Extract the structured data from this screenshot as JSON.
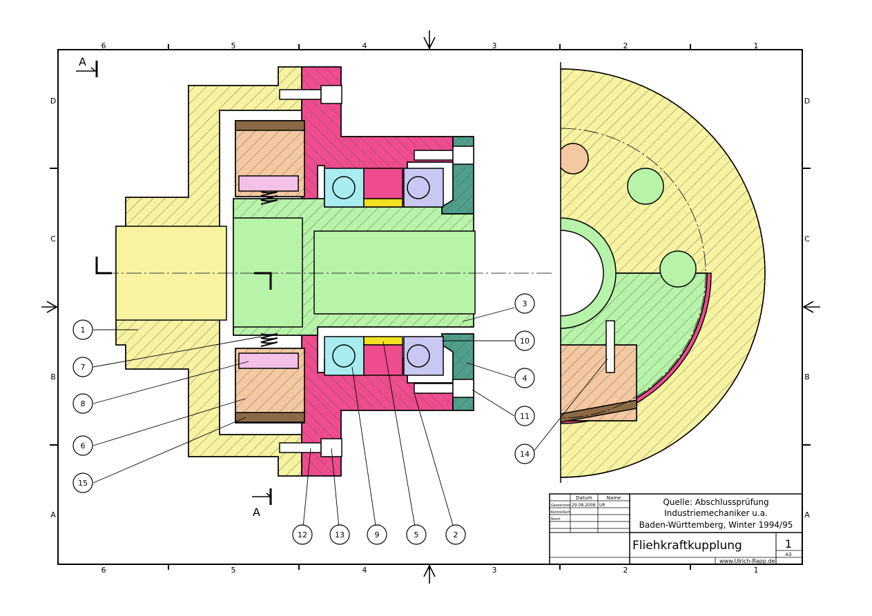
{
  "frame": {
    "top_columns": [
      "6",
      "5",
      "4",
      "3",
      "2",
      "1"
    ],
    "bottom_columns": [
      "6",
      "5",
      "4",
      "3",
      "2",
      "1"
    ],
    "left_rows": [
      "D",
      "C",
      "B",
      "A"
    ],
    "right_rows": [
      "D",
      "C",
      "B",
      "A"
    ]
  },
  "section": {
    "top_label": "A",
    "bottom_label": "A"
  },
  "balloons": [
    "1",
    "7",
    "8",
    "6",
    "15",
    "3",
    "10",
    "4",
    "11",
    "14",
    "12",
    "13",
    "9",
    "5",
    "2"
  ],
  "title_block": {
    "col_datum": "Datum",
    "col_name": "Name",
    "row1_label": "Gezeichnet",
    "row1_date": "29.08.2008",
    "row1_name": "UR",
    "row2_label": "Kontrolliert",
    "row3_label": "Norm",
    "source_line1": "Quelle: Abschlussprüfung",
    "source_line2": "Industriemechaniker u.a.",
    "source_line3": "Baden-Württemberg, Winter 1994/95",
    "title": "Fliehkraftkupplung",
    "sheet": "1",
    "format": "A3",
    "url": "www.Ulrich-Rapp.de"
  },
  "colors": {
    "housing": "#f7f3a1",
    "flange": "#ee4c8f",
    "shaft": "#b7f3a8",
    "weight": "#f4c8a0",
    "lining": "#8a6a45",
    "bearing_left": "#a8ecf0",
    "bearing_right": "#c9c8f3",
    "spacer_yellow": "#f3e020",
    "cover": "#4f9e8a",
    "pin": "#f3c0e6"
  }
}
